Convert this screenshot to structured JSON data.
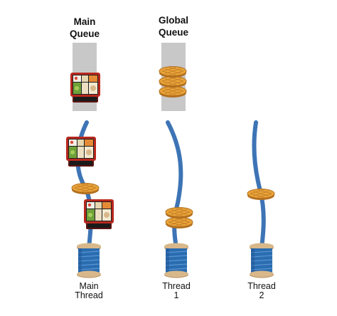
{
  "queues": [
    {
      "label_line1": "Main",
      "label_line2": "Queue"
    },
    {
      "label_line1": "Global",
      "label_line2": "Queue"
    }
  ],
  "threads": [
    {
      "label_line1": "Main",
      "label_line2": "Thread"
    },
    {
      "label_line1": "Thread",
      "label_line2": "1"
    },
    {
      "label_line1": "Thread",
      "label_line2": "2"
    }
  ],
  "colors": {
    "queue_bar": "#c8c8c8",
    "thread_line": "#3d74b5",
    "waffle": "#e8a43a",
    "bento_tray": "#b8281e",
    "spool_thread": "#2a6db0",
    "spool_wood": "#d6b48a"
  },
  "icons": {
    "main_queue_item": "bento-box-icon",
    "global_queue_item": "waffle-icon",
    "thread": "spool-icon"
  }
}
